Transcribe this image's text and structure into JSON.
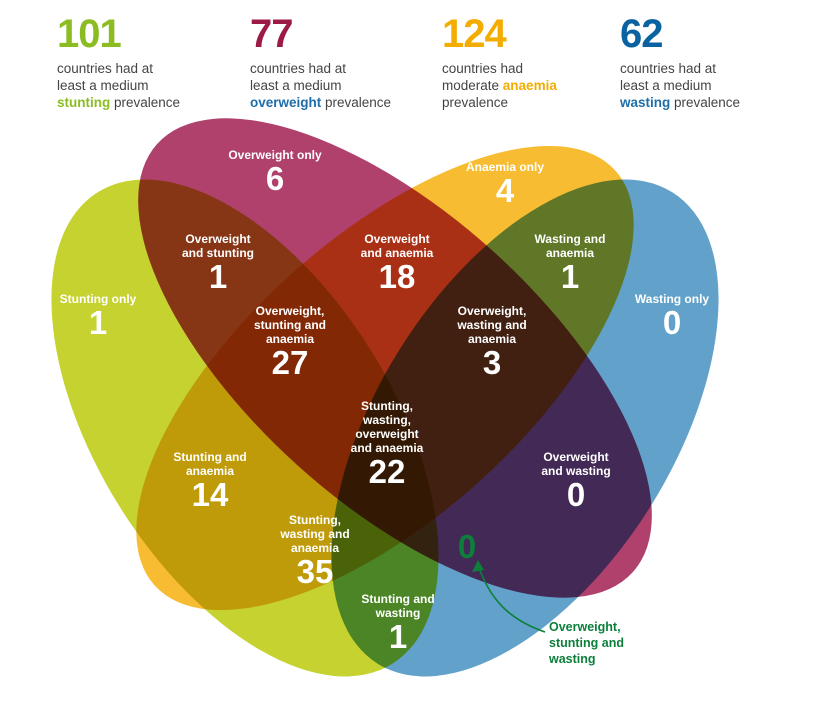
{
  "stats": [
    {
      "number": "101",
      "line1": "countries had at",
      "line2": "least a medium",
      "highlight": "stunting",
      "suffix": " prevalence",
      "color": "#8bbd23",
      "hcolor": "#8bbd23"
    },
    {
      "number": "77",
      "line1": "countries had at",
      "line2": "least a medium",
      "highlight": "overweight",
      "suffix": " prevalence",
      "color": "#9b1b46",
      "hcolor": "#1d6ea9"
    },
    {
      "number": "124",
      "line1": "countries had",
      "line2": "moderate ",
      "highlight2": "anaemia",
      "line3": "prevalence",
      "color": "#f2ad00",
      "hcolor": "#f2ad00"
    },
    {
      "number": "62",
      "line1": "countries had at",
      "line2": "least a medium",
      "highlight": "wasting",
      "suffix": " prevalence",
      "color": "#0a62a0",
      "hcolor": "#1d6ea9"
    }
  ],
  "sets": {
    "stunting": "#c5d230",
    "overweight": "#a8305f",
    "anaemia": "#f7b51a",
    "wasting": "#62a2ca"
  },
  "regions": [
    {
      "label": "Overweight only",
      "value": "6"
    },
    {
      "label": "Anaemia only",
      "value": "4"
    },
    {
      "label": "Overweight\nand stunting",
      "value": "1"
    },
    {
      "label": "Overweight\nand anaemia",
      "value": "18"
    },
    {
      "label": "Wasting and\nanaemia",
      "value": "1"
    },
    {
      "label": "Stunting only",
      "value": "1"
    },
    {
      "label": "Wasting only",
      "value": "0"
    },
    {
      "label": "Overweight,\nstunting and\nanaemia",
      "value": "27"
    },
    {
      "label": "Overweight,\nwasting and\nanaemia",
      "value": "3"
    },
    {
      "label": "Stunting,\nwasting,\noverweight\nand anaemia",
      "value": "22"
    },
    {
      "label": "Stunting and\nanaemia",
      "value": "14"
    },
    {
      "label": "Overweight\nand wasting",
      "value": "0"
    },
    {
      "label": "Stunting,\nwasting and\nanaemia",
      "value": "35"
    },
    {
      "label": "Stunting and\nwasting",
      "value": "1"
    }
  ],
  "callout": {
    "value": "0",
    "label": "Overweight,\nstunting and\nwasting",
    "color": "#0c7f3b"
  }
}
